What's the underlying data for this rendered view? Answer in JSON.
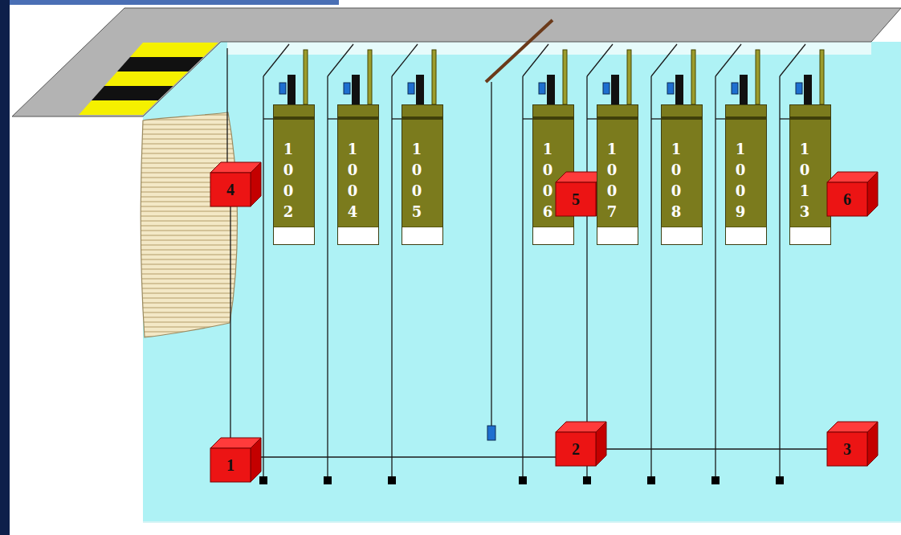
{
  "diagram": {
    "nodes": [
      {
        "text": [
          "4"
        ]
      },
      {
        "text": [
          "1002"
        ]
      },
      {
        "text": [
          "1004"
        ]
      },
      {
        "text": [
          "1005"
        ]
      },
      {
        "text": [
          "1006"
        ]
      },
      {
        "text": [
          "5"
        ]
      },
      {
        "text": [
          "1007"
        ]
      },
      {
        "text": [
          "1008"
        ]
      },
      {
        "text": [
          "1009"
        ]
      },
      {
        "text": [
          "1013"
        ]
      },
      {
        "text": [
          "6"
        ]
      },
      {
        "text": [
          "1"
        ]
      },
      {
        "text": [
          "2"
        ]
      },
      {
        "text": [
          "3"
        ]
      }
    ],
    "edges": [
      {
        "from": 11,
        "to": 12,
        "arrow": "none"
      },
      {
        "from": 12,
        "to": 13,
        "arrow": "none"
      },
      {
        "from": 11,
        "to": 0,
        "arrow": "none"
      }
    ]
  }
}
